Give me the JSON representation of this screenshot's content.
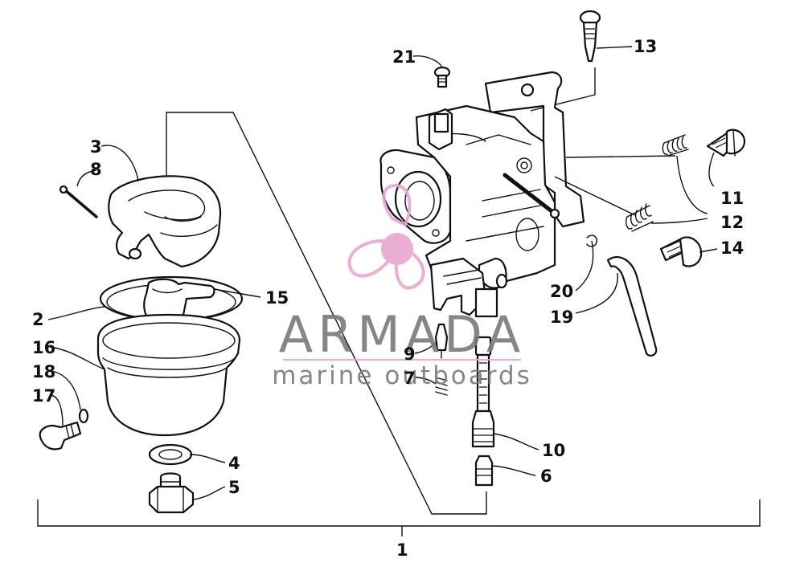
{
  "callouts": {
    "p1": "1",
    "p2": "2",
    "p3": "3",
    "p4": "4",
    "p5": "5",
    "p6": "6",
    "p7": "7",
    "p8": "8",
    "p9": "9",
    "p10": "10",
    "p11": "11",
    "p12": "12",
    "p13": "13",
    "p14": "14",
    "p15": "15",
    "p16": "16",
    "p17": "17",
    "p18": "18",
    "p19": "19",
    "p20": "20",
    "p21": "21"
  },
  "watermark": {
    "brand": "ARMADA",
    "tagline": "marine outboards",
    "color_brand": "#7a7a7a",
    "color_logo": "#e8a6cf"
  }
}
